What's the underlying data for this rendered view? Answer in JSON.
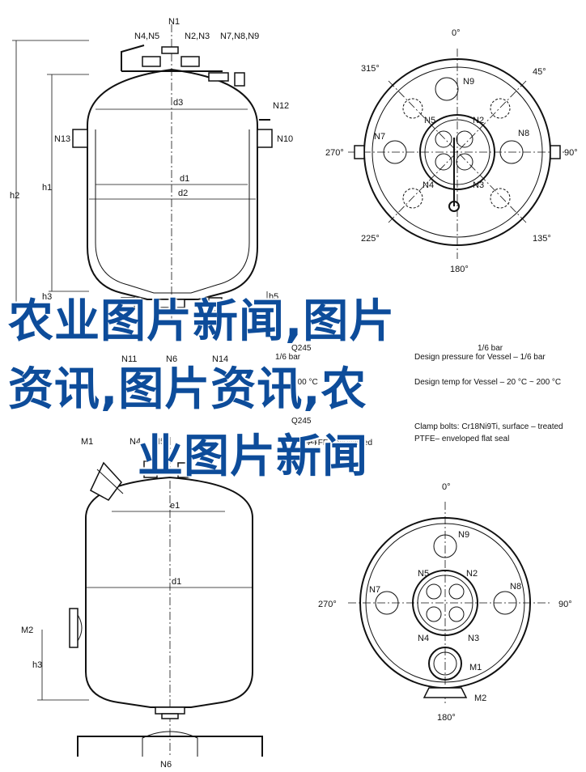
{
  "top_vessel": {
    "nozzles": [
      "N1",
      "N4,N5",
      "N2,N3",
      "N7,N8,N9",
      "N12",
      "N13",
      "N10",
      "N11",
      "N6",
      "N14"
    ],
    "dims": [
      "d3",
      "d1",
      "d2",
      "h2",
      "h1",
      "h3",
      "h5"
    ]
  },
  "top_plan": {
    "angles": [
      "0°",
      "45°",
      "90°",
      "135°",
      "180°",
      "225°",
      "270°",
      "315°"
    ],
    "nozzles": [
      "N9",
      "N5",
      "N2",
      "N7",
      "N8",
      "N4",
      "N3"
    ]
  },
  "bottom_vessel": {
    "labels": [
      "M1",
      "N4",
      "N5",
      "M2",
      "h3",
      "N6",
      "e1",
      "d1"
    ]
  },
  "bottom_plan": {
    "angles": [
      "0°",
      "90°",
      "180°",
      "270°"
    ],
    "nozzles": [
      "N9",
      "N5",
      "N2",
      "N7",
      "N8",
      "N4",
      "N3",
      "M1",
      "M2"
    ]
  },
  "specs": {
    "line1_label": "Q245",
    "line1": "Design pressure for Vessel – 1/6 bar",
    "line2": "Design temp for Vessel – 20 °C ~ 200 °C",
    "line3_label": "Q245",
    "line3": "Clamp bolts: Cr18Ni9Ti, surface – treated",
    "line4_label": "Gasket",
    "line4": "PTFE– enveloped flat seal",
    "small1": "1/6 bar",
    "small2": "1/6 bar",
    "small3": "200 °C",
    "small4": "PTFE– enveloped"
  },
  "overlay": {
    "line1": "农业图片新闻,图片",
    "line2": "资讯,图片资讯,农",
    "line3": "业图片新闻"
  }
}
